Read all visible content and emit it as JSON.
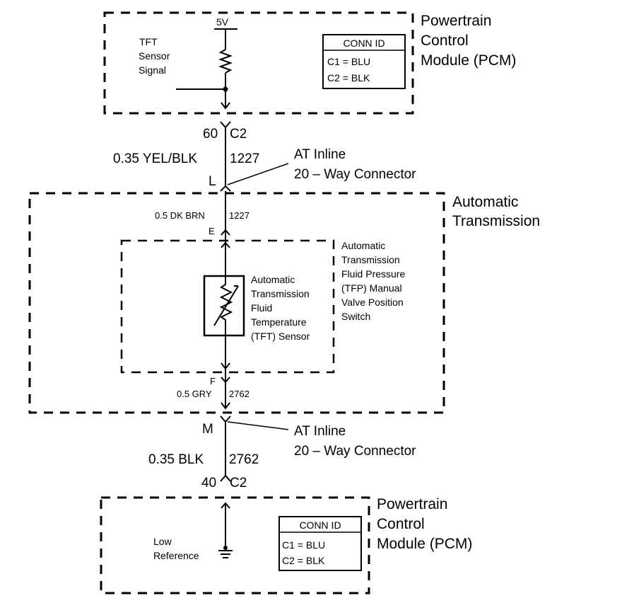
{
  "pcm_top": {
    "title_lines": [
      "Powertrain",
      "Control",
      "Module (PCM)"
    ],
    "voltage": "5V",
    "signal_lines": [
      "TFT",
      "Sensor",
      "Signal"
    ],
    "conn_id": {
      "header": "CONN ID",
      "rows": [
        "C1 = BLU",
        "C2 = BLK"
      ]
    }
  },
  "wire_top": {
    "pin": "60",
    "connector": "C2",
    "spec": "0.35 YEL/BLK",
    "circuit": "1227",
    "inline_pin": "L",
    "inline_lines": [
      "AT Inline",
      "20 – Way Connector"
    ]
  },
  "transmission": {
    "title_lines": [
      "Automatic",
      "Transmission"
    ],
    "upper_wire": {
      "spec": "0.5 DK BRN",
      "circuit": "1227",
      "pin": "E"
    },
    "tfp_lines": [
      "Automatic",
      "Transmission",
      "Fluid Pressure",
      "(TFP) Manual",
      "Valve Position",
      "Switch"
    ],
    "sensor_lines": [
      "Automatic",
      "Transmission",
      "Fluid",
      "Temperature",
      "(TFT) Sensor"
    ],
    "lower_wire": {
      "pin": "F",
      "spec": "0.5 GRY",
      "circuit": "2762"
    }
  },
  "wire_bottom": {
    "inline_pin": "M",
    "inline_lines": [
      "AT Inline",
      "20 – Way Connector"
    ],
    "spec": "0.35 BLK",
    "circuit": "2762",
    "pin": "40",
    "connector": "C2"
  },
  "pcm_bottom": {
    "title_lines": [
      "Powertrain",
      "Control",
      "Module (PCM)"
    ],
    "ref_lines": [
      "Low",
      "Reference"
    ],
    "conn_id": {
      "header": "CONN ID",
      "rows": [
        "C1 = BLU",
        "C2 = BLK"
      ]
    }
  }
}
